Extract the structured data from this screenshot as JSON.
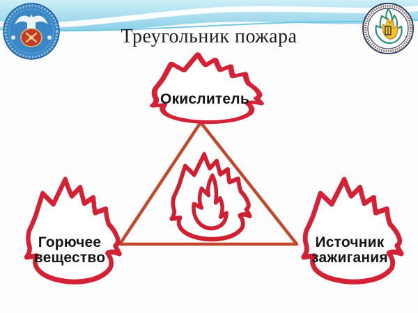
{
  "slide": {
    "title": "Треугольник пожара",
    "background_color": "#fdfdfd"
  },
  "header": {
    "wave": {
      "band_color_top": "#cdeef8",
      "band_color_bottom": "#8ccfe7",
      "stripe_color": "#ffffff",
      "edge_line_color": "#63c3de"
    },
    "logo_left": {
      "name": "emergency-ministry-round-emblem",
      "primary_color": "#3b87c6",
      "center_shield_color": "#c23a2e",
      "crest_color": "#eef3f7",
      "trim_color": "#e2bf6e"
    },
    "logo_right": {
      "name": "fire-society-round-emblem",
      "rim_color": "#2b3b63",
      "ring_text_color": "#7a4638",
      "flame_outer_color": "#2f8f76",
      "flame_inner_color": "#f3c42f"
    }
  },
  "diagram": {
    "type": "fire-triangle",
    "triangle_color": "#c1492b",
    "flame_outline_color": "#d32235",
    "vertices": [
      {
        "id": "oxidizer",
        "label": "Окислитель",
        "position": "top"
      },
      {
        "id": "fuel",
        "label": "Горючее вещество",
        "position": "bottom-left"
      },
      {
        "id": "ignition",
        "label": "Источник зажигания",
        "position": "bottom-right"
      }
    ],
    "center": {
      "symbol": "flame",
      "meaning": "fire"
    }
  }
}
